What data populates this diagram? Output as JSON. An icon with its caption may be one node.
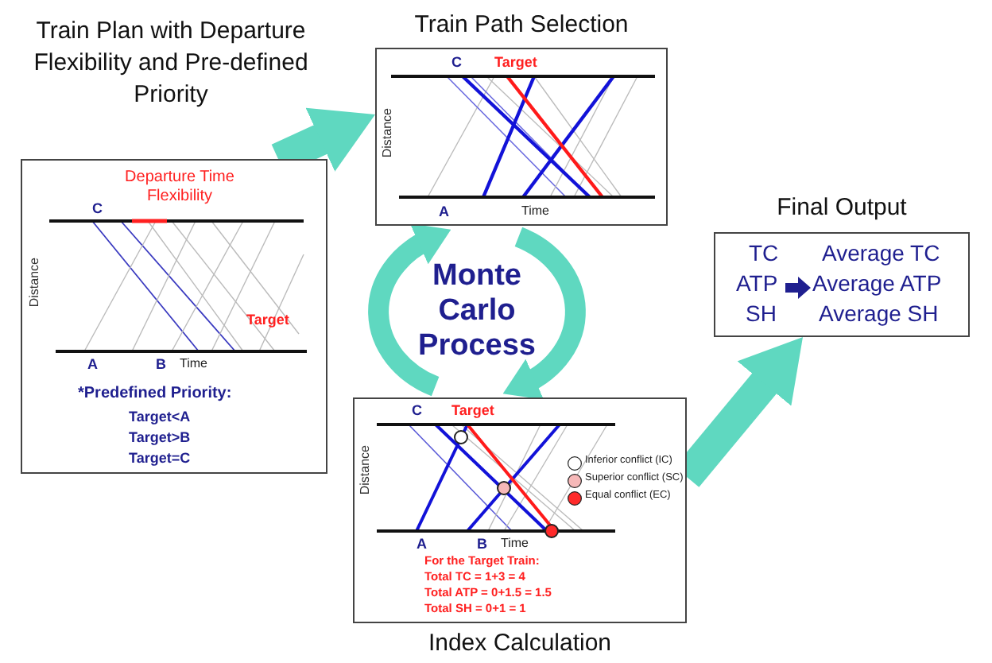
{
  "diagram": {
    "nodes": [
      {
        "text": [
          "Train Plan with Departure Flexibility and Pre-defined Priority",
          "Departure Time Flexibility",
          "C",
          "Distance",
          "Target",
          "A",
          "B",
          "Time",
          "*Predefined Priority:",
          "Target<A",
          "Target>B",
          "Target=C"
        ]
      },
      {
        "text": [
          "Train Path Selection",
          "C",
          "Target",
          "Distance",
          "A",
          "Time"
        ]
      },
      {
        "text": [
          "Monte Carlo Process"
        ]
      },
      {
        "text": [
          "Index Calculation",
          "C",
          "Target",
          "Distance",
          "A",
          "B",
          "Time",
          "For the Target Train:",
          "Total TC = 1+3 = 4",
          "Total ATP = 0+1.5 = 1.5",
          "Total SH = 0+1 = 1"
        ]
      },
      {
        "text": [
          "Final Output",
          "TC",
          "Average TC",
          "ATP",
          "Average ATP",
          "SH",
          "Average SH"
        ]
      }
    ],
    "edges": [
      {
        "from": 0,
        "to": 1,
        "arrow": "to"
      },
      {
        "from": 1,
        "to": 3,
        "arrow": "to"
      },
      {
        "from": 3,
        "to": 1,
        "arrow": "to"
      },
      {
        "from": 3,
        "to": 4,
        "arrow": "to"
      }
    ],
    "legend": [
      {
        "text": "Inferior conflict (IC)"
      },
      {
        "text": "Superior conflict (SC)",
        "color": "#f6b8b8"
      },
      {
        "text": "Equal conflict (EC)",
        "color": "#ff2a2a"
      }
    ]
  }
}
